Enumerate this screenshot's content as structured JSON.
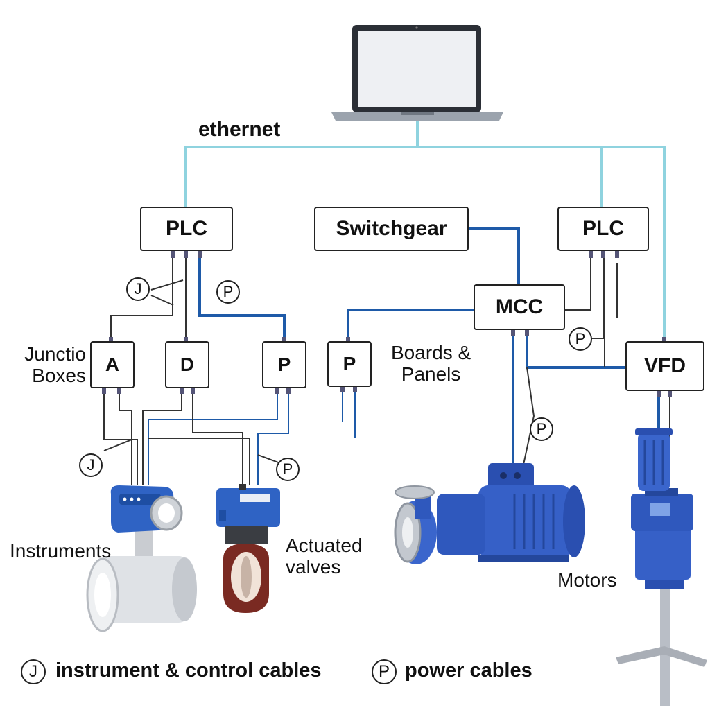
{
  "network": {
    "label": "ethernet"
  },
  "boxes": {
    "plc_left": "PLC",
    "switchgear": "Switchgear",
    "plc_right": "PLC",
    "mcc": "MCC",
    "vfd": "VFD",
    "jb_a": "A",
    "jb_d": "D",
    "jb_p": "P",
    "panel_p": "P"
  },
  "labels": {
    "junction_boxes_line1": "Junctio",
    "junction_boxes_line2": "Boxes",
    "boards_panels_line1": "Boards &",
    "boards_panels_line2": "Panels",
    "instruments": "Instruments",
    "actuated_valves_line1": "Actuated",
    "actuated_valves_line2": "valves",
    "motors": "Motors"
  },
  "badges": {
    "j": "J",
    "p": "P"
  },
  "legend": {
    "j_symbol": "J",
    "j_text": "instrument & control cables",
    "p_symbol": "P",
    "p_text": "power cables"
  },
  "colors": {
    "ethernet": "#8fd3df",
    "power": "#1e5aa8",
    "control": "#333333",
    "equipment_blue": "#2f63c4"
  }
}
